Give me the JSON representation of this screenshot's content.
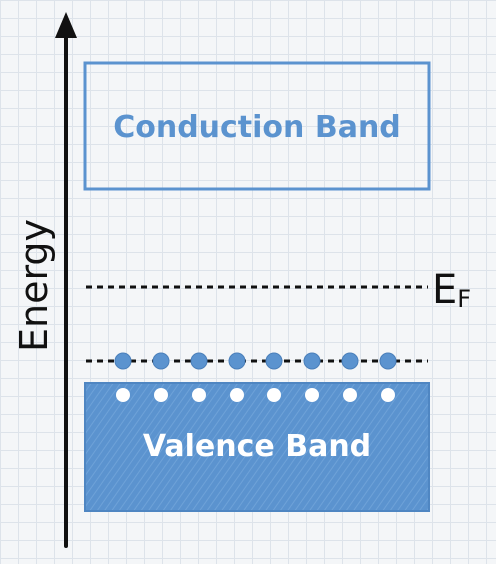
{
  "diagram": {
    "axis_label": "Energy",
    "conduction_band_label": "Conduction Band",
    "valence_band_label": "Valence Band",
    "fermi_label_main": "E",
    "fermi_label_sub": "F",
    "electron_count": 8,
    "hole_count": 8
  },
  "colors": {
    "band": "#5b93cf",
    "band_fill": "#5b93cf",
    "ink": "#111111",
    "valence_text": "#ffffff",
    "hole": "#ffffff"
  }
}
